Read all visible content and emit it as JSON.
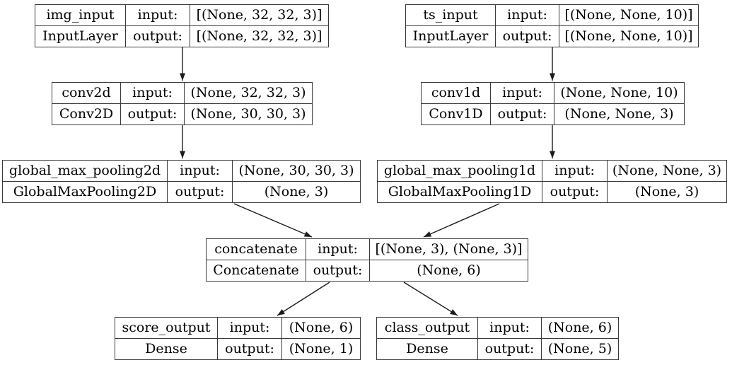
{
  "diagram_title": "keras-model-plot",
  "colors": {
    "background": "#ffffff",
    "box_border": "#3a3a3a",
    "edge": "#1c1c1c",
    "text": "#000000"
  },
  "labels": {
    "input": "input:",
    "output": "output:"
  },
  "nodes": [
    {
      "name": "img_input",
      "layer_type": "InputLayer",
      "input_shape": "[(None, 32, 32, 3)]",
      "output_shape": "[(None, 32, 32, 3)]"
    },
    {
      "name": "ts_input",
      "layer_type": "InputLayer",
      "input_shape": "[(None, None, 10)]",
      "output_shape": "[(None, None, 10)]"
    },
    {
      "name": "conv2d",
      "layer_type": "Conv2D",
      "input_shape": "(None, 32, 32, 3)",
      "output_shape": "(None, 30, 30, 3)"
    },
    {
      "name": "conv1d",
      "layer_type": "Conv1D",
      "input_shape": "(None, None, 10)",
      "output_shape": "(None, None, 3)"
    },
    {
      "name": "global_max_pooling2d",
      "layer_type": "GlobalMaxPooling2D",
      "input_shape": "(None, 30, 30, 3)",
      "output_shape": "(None, 3)"
    },
    {
      "name": "global_max_pooling1d",
      "layer_type": "GlobalMaxPooling1D",
      "input_shape": "(None, None, 3)",
      "output_shape": "(None, 3)"
    },
    {
      "name": "concatenate",
      "layer_type": "Concatenate",
      "input_shape": "[(None, 3), (None, 3)]",
      "output_shape": "(None, 6)"
    },
    {
      "name": "score_output",
      "layer_type": "Dense",
      "input_shape": "(None, 6)",
      "output_shape": "(None, 1)"
    },
    {
      "name": "class_output",
      "layer_type": "Dense",
      "input_shape": "(None, 6)",
      "output_shape": "(None, 5)"
    }
  ],
  "edges": [
    {
      "from": "img_input",
      "to": "conv2d"
    },
    {
      "from": "ts_input",
      "to": "conv1d"
    },
    {
      "from": "conv2d",
      "to": "global_max_pooling2d"
    },
    {
      "from": "conv1d",
      "to": "global_max_pooling1d"
    },
    {
      "from": "global_max_pooling2d",
      "to": "concatenate"
    },
    {
      "from": "global_max_pooling1d",
      "to": "concatenate"
    },
    {
      "from": "concatenate",
      "to": "score_output"
    },
    {
      "from": "concatenate",
      "to": "class_output"
    }
  ]
}
